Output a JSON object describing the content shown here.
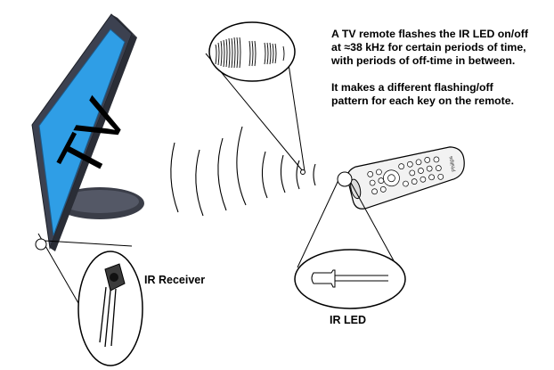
{
  "tv": {
    "screen_text": "TV",
    "screen_color": "#2f9ee6",
    "bezel_color": "#3c4150"
  },
  "labels": {
    "ir_receiver": "IR Receiver",
    "ir_led": "IR LED"
  },
  "description": {
    "paragraph1": [
      "A TV remote flashes the IR LED on/off",
      "at ≈38 kHz for certain periods of time,",
      "with periods of off-time in between."
    ],
    "paragraph2": [
      "It makes a different flashing/off",
      "pattern for each key on the remote."
    ]
  },
  "remote": {
    "brand": "Philips"
  }
}
